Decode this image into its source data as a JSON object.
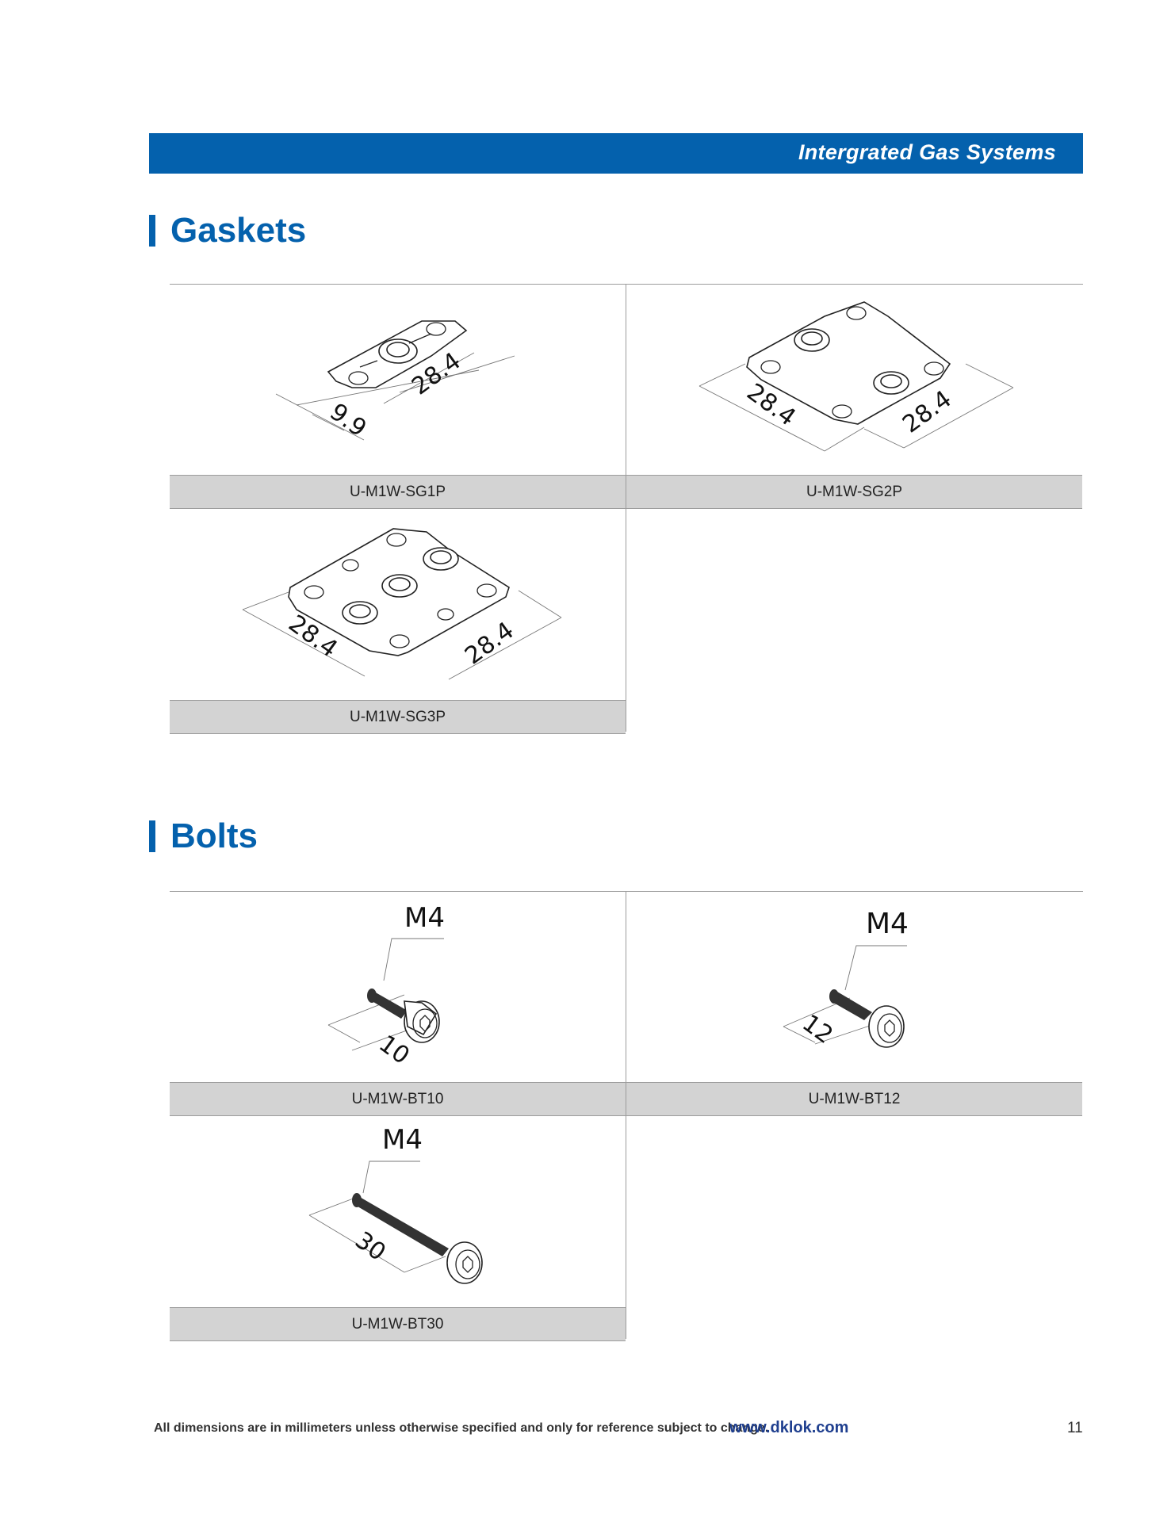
{
  "header": {
    "title": "Intergrated Gas Systems"
  },
  "gaskets": {
    "title": "Gaskets",
    "items": [
      {
        "code": "U-M1W-SG1P",
        "dims": [
          "28.4",
          "9.9"
        ]
      },
      {
        "code": "U-M1W-SG2P",
        "dims": [
          "28.4",
          "28.4"
        ]
      },
      {
        "code": "U-M1W-SG3P",
        "dims": [
          "28.4",
          "28.4"
        ]
      }
    ]
  },
  "bolts": {
    "title": "Bolts",
    "items": [
      {
        "code": "U-M1W-BT10",
        "thread": "M4",
        "length": "10"
      },
      {
        "code": "U-M1W-BT12",
        "thread": "M4",
        "length": "12"
      },
      {
        "code": "U-M1W-BT30",
        "thread": "M4",
        "length": "30"
      }
    ]
  },
  "footer": {
    "note": "All dimensions are in millimeters unless otherwise specified and only for reference subject to change.",
    "url": "www.dklok.com",
    "page_number": "11"
  }
}
